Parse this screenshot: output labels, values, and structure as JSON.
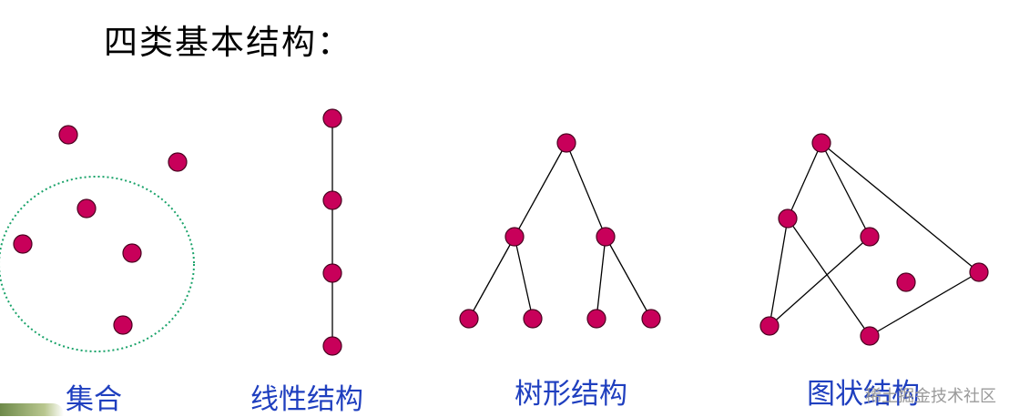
{
  "title": "四类基本结构：",
  "captions": {
    "set": "集合",
    "linear": "线性结构",
    "tree": "树形结构",
    "graph": "图状结构"
  },
  "watermark": "稀土掘金技术社区",
  "colors": {
    "node_fill": "#c8005a",
    "node_stroke": "#4a0020",
    "edge": "#000000",
    "set_boundary": "#1aa36a",
    "caption": "#1f3fbf"
  }
}
